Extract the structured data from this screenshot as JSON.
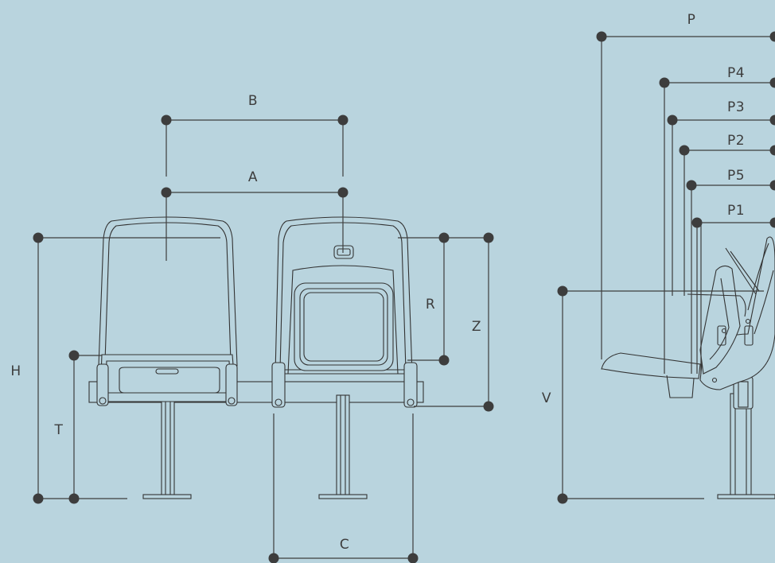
{
  "dimensions": {
    "A": "A",
    "B": "B",
    "C": "C",
    "H": "H",
    "T": "T",
    "R": "R",
    "Z": "Z",
    "V": "V",
    "P": "P",
    "P1": "P1",
    "P2": "P2",
    "P3": "P3",
    "P4": "P4",
    "P5": "P5"
  },
  "colors": {
    "background": "#b9d4de",
    "line": "#3d3d3d"
  }
}
